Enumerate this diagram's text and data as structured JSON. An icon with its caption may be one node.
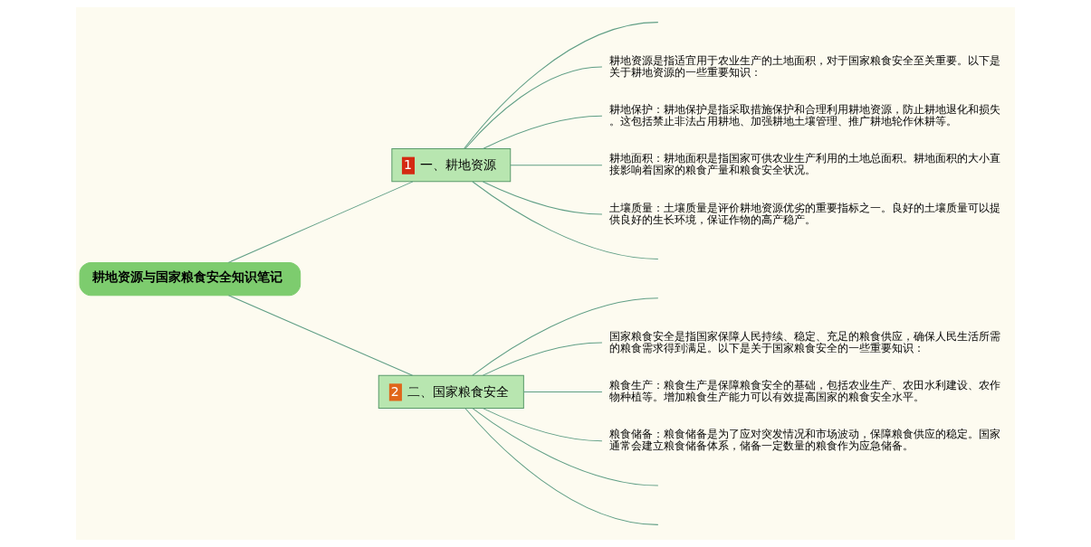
{
  "diagram": {
    "nodes": [
      {
        "text": [
          "耕地资源与国家粮食安全知识笔记"
        ]
      },
      {
        "text": [
          "1",
          "一、耕地资源"
        ]
      },
      {
        "text": [
          "耕地资源是指适宜用于农业生产的土地面积，对于国家粮食安全至关重要。以下是关于耕地资源的一些重要知识："
        ]
      },
      {
        "text": [
          "耕地保护：耕地保护是指采取措施保护和合理利用耕地资源，防止耕地退化和损失。这包括禁止非法占用耕地、加强耕地土壤管理、推广耕地轮作休耕等。"
        ]
      },
      {
        "text": [
          "耕地面积：耕地面积是指国家可供农业生产利用的土地总面积。耕地面积的大小直接影响着国家的粮食产量和粮食安全状况。"
        ]
      },
      {
        "text": [
          "土壤质量：土壤质量是评价耕地资源优劣的重要指标之一。良好的土壤质量可以提供良好的生长环境，保证作物的高产稳产。"
        ]
      },
      {
        "text": [
          "2",
          "二、国家粮食安全"
        ]
      },
      {
        "text": [
          "国家粮食安全是指国家保障人民持续、稳定、充足的粮食供应，确保人民生活所需的粮食需求得到满足。以下是关于国家粮食安全的一些重要知识："
        ]
      },
      {
        "text": [
          "粮食生产：粮食生产是保障粮食安全的基础，包括农业生产、农田水利建设、农作物种植等。增加粮食生产能力可以有效提高国家的粮食安全水平。"
        ]
      },
      {
        "text": [
          "粮食储备：粮食储备是为了应对突发情况和市场波动，保障粮食供应的稳定。国家通常会建立粮食储备体系，储备一定数量的粮食作为应急储备。"
        ]
      }
    ],
    "edges": [
      {
        "from": 0,
        "to": 1,
        "arrow": "none"
      },
      {
        "from": 1,
        "to": null,
        "arrow": "none"
      },
      {
        "from": 1,
        "to": 2,
        "arrow": "none"
      },
      {
        "from": 1,
        "to": 3,
        "arrow": "none"
      },
      {
        "from": 1,
        "to": 4,
        "arrow": "none"
      },
      {
        "from": 1,
        "to": 5,
        "arrow": "none"
      },
      {
        "from": 1,
        "to": null,
        "arrow": "none"
      },
      {
        "from": 0,
        "to": 6,
        "arrow": "none"
      },
      {
        "from": 6,
        "to": null,
        "arrow": "none"
      },
      {
        "from": 6,
        "to": 7,
        "arrow": "none"
      },
      {
        "from": 6,
        "to": 8,
        "arrow": "none"
      },
      {
        "from": 6,
        "to": 9,
        "arrow": "none"
      },
      {
        "from": 6,
        "to": null,
        "arrow": "none"
      },
      {
        "from": 6,
        "to": null,
        "arrow": "none"
      }
    ]
  }
}
